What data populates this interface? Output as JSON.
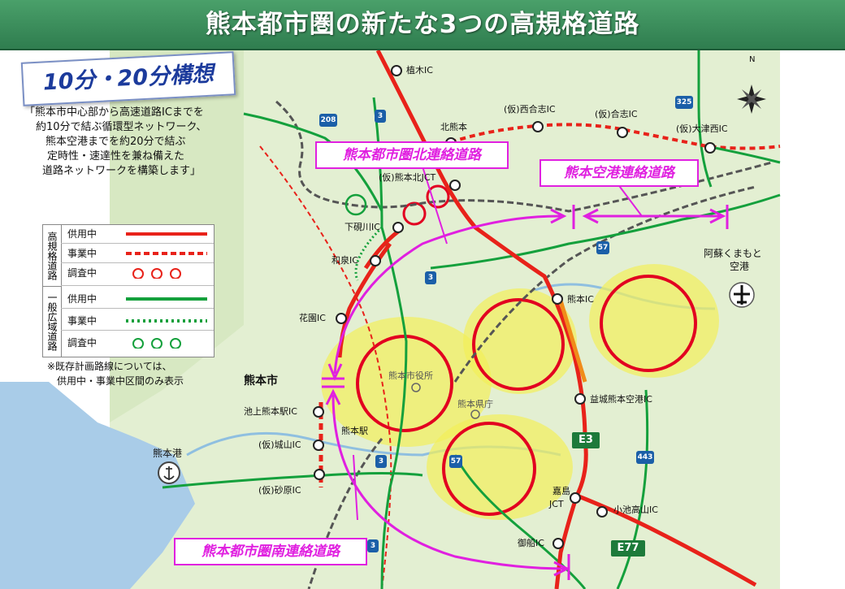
{
  "banner": {
    "title": "熊本都市圏の新たな3つの高規格道路"
  },
  "concept": {
    "title": "10分・20分構想"
  },
  "description": [
    "「熊本市中心部から高速道路ICまでを",
    "約10分で結ぶ循環型ネットワーク、",
    "熊本空港までを約20分で結ぶ",
    "定時性・速達性を兼ね備えた",
    "道路ネットワークを構築します」"
  ],
  "legend": {
    "group1": "高規格道路",
    "group2": "一般広域道路",
    "rows1": [
      "供用中",
      "事業中",
      "調査中"
    ],
    "rows2": [
      "供用中",
      "事業中",
      "調査中"
    ],
    "colors": {
      "red": "#e8221a",
      "green": "#14a03c"
    }
  },
  "note": [
    "※既存計画路線については、",
    "供用中・事業中区間のみ表示"
  ],
  "callouts": {
    "north": "熊本都市圏北連絡道路",
    "airport": "熊本空港連絡道路",
    "south": "熊本都市圏南連絡道路"
  },
  "labels": {
    "ueki": "植木IC",
    "nishigoshi": "(仮)西合志IC",
    "goshi": "(仮)合志IC",
    "ozu": "(仮)大津西IC",
    "kitakumamoto1": "北熊本",
    "kitakumamoto2": "(仮)熊本北JCT",
    "shimoaratagawa": "下硯川IC",
    "wadzumi": "和泉IC",
    "hanazono": "花園IC",
    "kumamoto_ic": "熊本IC",
    "mashiki": "益城熊本空港IC",
    "ikegami": "池上熊本駅IC",
    "shiroyama": "(仮)城山IC",
    "sunahara": "(仮)砂原IC",
    "kashima1": "嘉島",
    "kashima2": "JCT",
    "koike": "小池高山IC",
    "mifune": "御船IC",
    "city_hall": "熊本市役所",
    "pref_office": "熊本県庁",
    "station": "熊本駅",
    "aso1": "阿蘇くまもと",
    "aso2": "空港",
    "kumamoto_port": "熊本港",
    "kumamoto_city": "熊本市"
  },
  "shields": {
    "r3a": "3",
    "r3b": "3",
    "r3c": "3",
    "r3d": "3",
    "r57a": "57",
    "r57b": "57",
    "r208": "208",
    "r325": "325",
    "r443": "443",
    "e3": "E3",
    "e77": "E77"
  },
  "compass": {
    "north": "N"
  },
  "colors": {
    "map_bg": "#d7e8c2",
    "sea": "#a9cce8",
    "expressway": "#e8221a",
    "green_road": "#14a03c",
    "magenta": "#e020e0",
    "zone": "#f2f05a"
  }
}
